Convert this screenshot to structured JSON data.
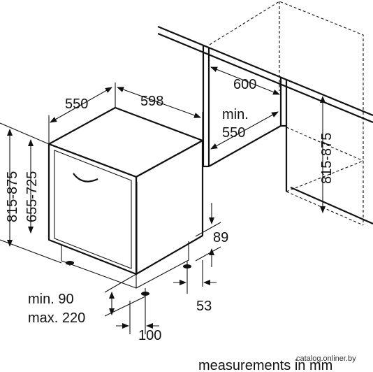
{
  "dimensions": {
    "depth": "550",
    "width": "598",
    "niche_width": "600",
    "niche_depth_line1": "min.",
    "niche_depth_line2": "550",
    "appliance_height_outer": "815-875",
    "appliance_height_inner": "655-725",
    "niche_height": "815-875",
    "plinth_height": "89",
    "plinth_setback": "53",
    "plinth_clearance_line1": "min. 90",
    "plinth_clearance_line2": "max. 220",
    "foot_offset": "100"
  },
  "footer": {
    "caption": "measurements in mm",
    "watermark": "catalog.onliner.by"
  }
}
